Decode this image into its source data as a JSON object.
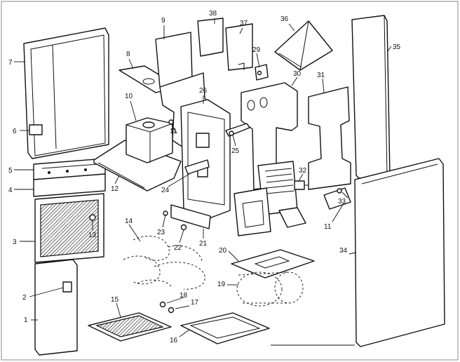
{
  "callouts": [
    {
      "id": "c1",
      "text": "1"
    },
    {
      "id": "c2",
      "text": "2"
    },
    {
      "id": "c3",
      "text": "3"
    },
    {
      "id": "c4",
      "text": "4"
    },
    {
      "id": "c5",
      "text": "5"
    },
    {
      "id": "c6",
      "text": "6"
    },
    {
      "id": "c7",
      "text": "7"
    },
    {
      "id": "c8",
      "text": "8"
    },
    {
      "id": "c9",
      "text": "9"
    },
    {
      "id": "c10",
      "text": "10"
    },
    {
      "id": "c11",
      "text": "11"
    },
    {
      "id": "c12",
      "text": "12"
    },
    {
      "id": "c13",
      "text": "13"
    },
    {
      "id": "c14",
      "text": "14"
    },
    {
      "id": "c15",
      "text": "15"
    },
    {
      "id": "c16",
      "text": "16"
    },
    {
      "id": "c17",
      "text": "17"
    },
    {
      "id": "c18",
      "text": "18"
    },
    {
      "id": "c19",
      "text": "19"
    },
    {
      "id": "c20",
      "text": "20"
    },
    {
      "id": "c21",
      "text": "21"
    },
    {
      "id": "c22",
      "text": "22"
    },
    {
      "id": "c23",
      "text": "23"
    },
    {
      "id": "c24",
      "text": "24"
    },
    {
      "id": "c25",
      "text": "25"
    },
    {
      "id": "c26",
      "text": "26"
    },
    {
      "id": "c29",
      "text": "29"
    },
    {
      "id": "c30",
      "text": "30"
    },
    {
      "id": "c31",
      "text": "31"
    },
    {
      "id": "c32",
      "text": "32"
    },
    {
      "id": "c33",
      "text": "33"
    },
    {
      "id": "c34",
      "text": "34"
    },
    {
      "id": "c35",
      "text": "35"
    },
    {
      "id": "c36",
      "text": "36"
    },
    {
      "id": "c37",
      "text": "37"
    },
    {
      "id": "c38",
      "text": "38"
    }
  ]
}
